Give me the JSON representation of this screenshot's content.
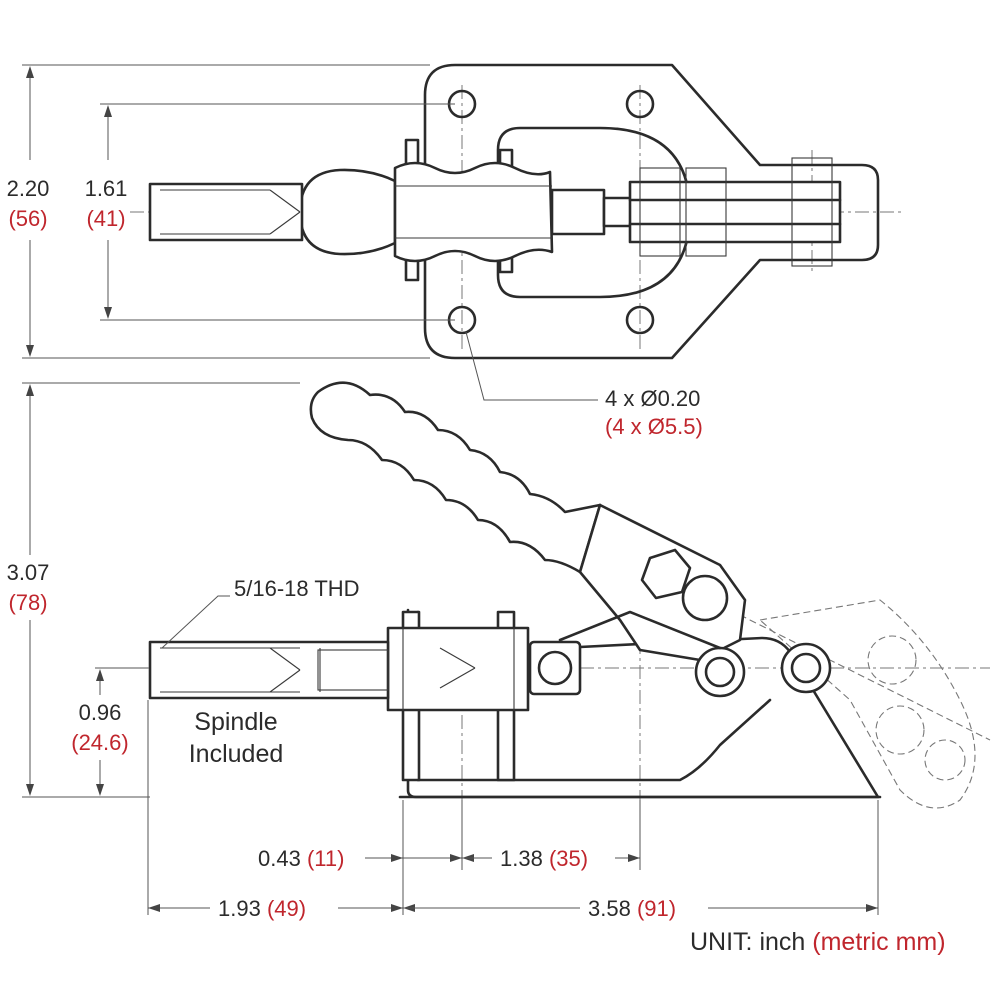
{
  "colors": {
    "line": "#2b2b2b",
    "metric": "#c0262d",
    "background": "#ffffff"
  },
  "dims": {
    "overall_height": {
      "inch": "2.20",
      "metric": "(56)"
    },
    "hole_spacing": {
      "inch": "1.61",
      "metric": "(41)"
    },
    "holes": {
      "inch": "4 x Ø0.20",
      "metric": "(4 x Ø5.5)"
    },
    "side_height": {
      "inch": "3.07",
      "metric": "(78)"
    },
    "thread": {
      "text": "5/16-18 THD"
    },
    "spindle_height": {
      "inch": "0.96",
      "metric": "(24.6)"
    },
    "spindle_note": {
      "line1": "Spindle",
      "line2": "Included"
    },
    "guide_width": {
      "inch": "0.43",
      "metric": "(11)"
    },
    "hole_pitch": {
      "inch": "1.38",
      "metric": "(35)"
    },
    "spindle_length": {
      "inch": "1.93",
      "metric": "(49)"
    },
    "base_length": {
      "inch": "3.58",
      "metric": "(91)"
    }
  },
  "unit": {
    "label": "UNIT:  inch",
    "metric": "(metric mm)"
  }
}
